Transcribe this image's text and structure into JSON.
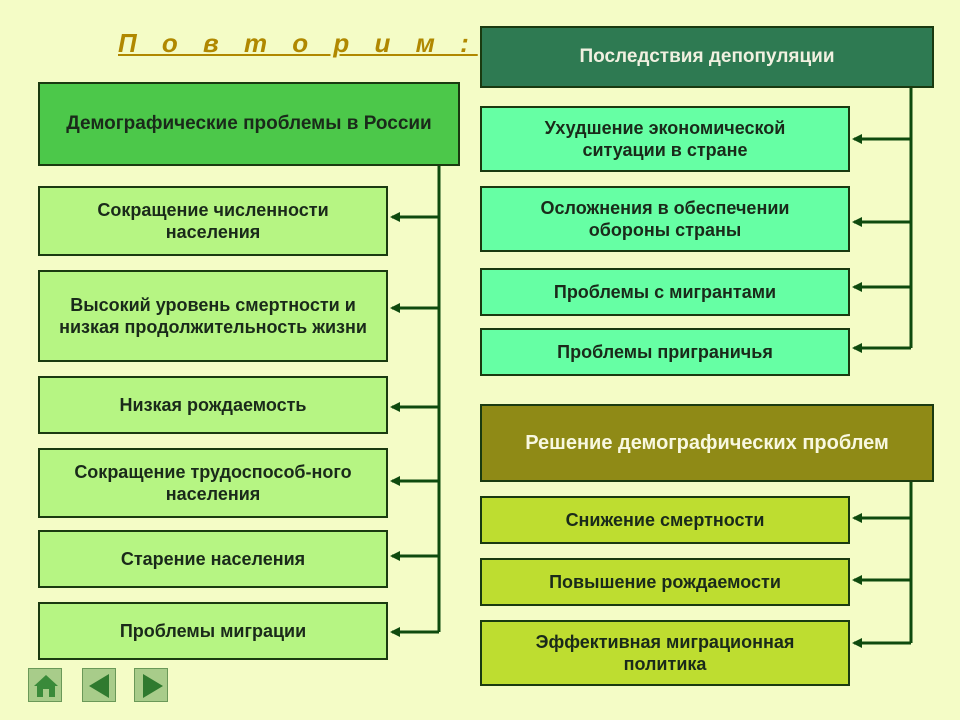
{
  "title": "П о в т о р и м :",
  "problems": {
    "header": "Демографические проблемы в России",
    "items": [
      "Сокращение численности населения",
      "Высокий уровень смертности и низкая продолжительность жизни",
      "Низкая рождаемость",
      "Сокращение трудоспособ-ного населения",
      "Старение населения",
      "Проблемы миграции"
    ]
  },
  "consequences": {
    "header": "Последствия депопуляции",
    "items": [
      "Ухудшение экономической ситуации в стране",
      "Осложнения в обеспечении обороны страны",
      "Проблемы с мигрантами",
      "Проблемы приграничья"
    ]
  },
  "solutions": {
    "header": "Решение демографических проблем",
    "items": [
      "Снижение смертности",
      "Повышение рождаемости",
      "Эффективная миграционная политика"
    ]
  },
  "icons": {
    "home": "home-icon",
    "back": "arrow-left-icon",
    "forward": "arrow-right-icon"
  },
  "colors": {
    "background": "#f4fcc6",
    "title": "#b08800",
    "left_items": "#b6f583",
    "right_items": "#66ffa4",
    "solution_items": "#bedd30",
    "connector": "#0e4a0e"
  }
}
